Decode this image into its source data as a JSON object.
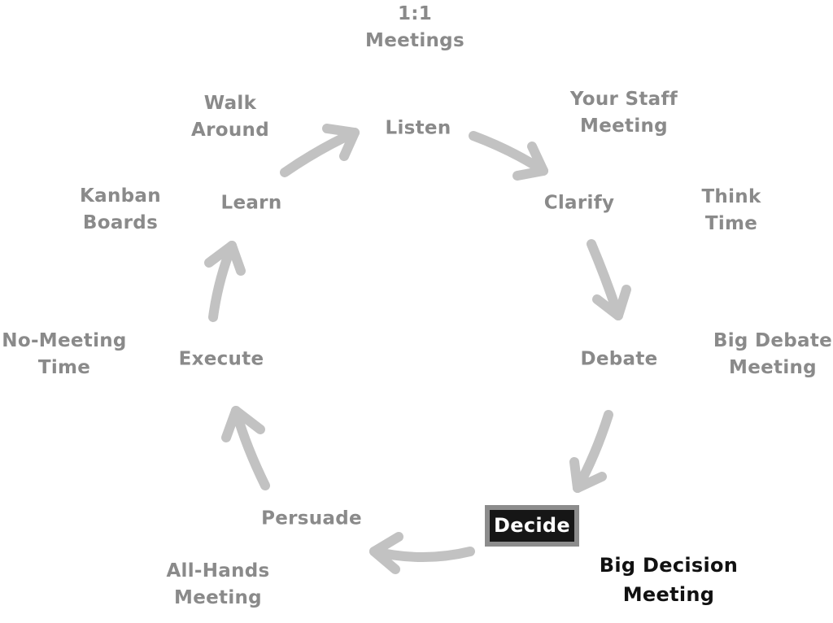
{
  "stages": {
    "listen": "Listen",
    "clarify": "Clarify",
    "debate": "Debate",
    "decide": "Decide",
    "persuade": "Persuade",
    "execute": "Execute",
    "learn": "Learn"
  },
  "practices": {
    "one_on_one": [
      "1:1",
      "Meetings"
    ],
    "staff_meeting": [
      "Your Staff",
      "Meeting"
    ],
    "think_time": [
      "Think",
      "Time"
    ],
    "big_debate": [
      "Big Debate",
      "Meeting"
    ],
    "big_decision": [
      "Big Decision",
      "Meeting"
    ],
    "all_hands": [
      "All-Hands",
      "Meeting"
    ],
    "no_meeting": [
      "No-Meeting",
      "Time"
    ],
    "kanban": [
      "Kanban",
      "Boards"
    ],
    "walk_around": [
      "Walk",
      "Around"
    ]
  },
  "colors": {
    "label_gray": "#8a8a8a",
    "arrow_gray": "#c2c2c2",
    "decide_box_fill": "#161616",
    "decide_box_border": "#8c8c8c",
    "highlight_text": "#111111"
  }
}
